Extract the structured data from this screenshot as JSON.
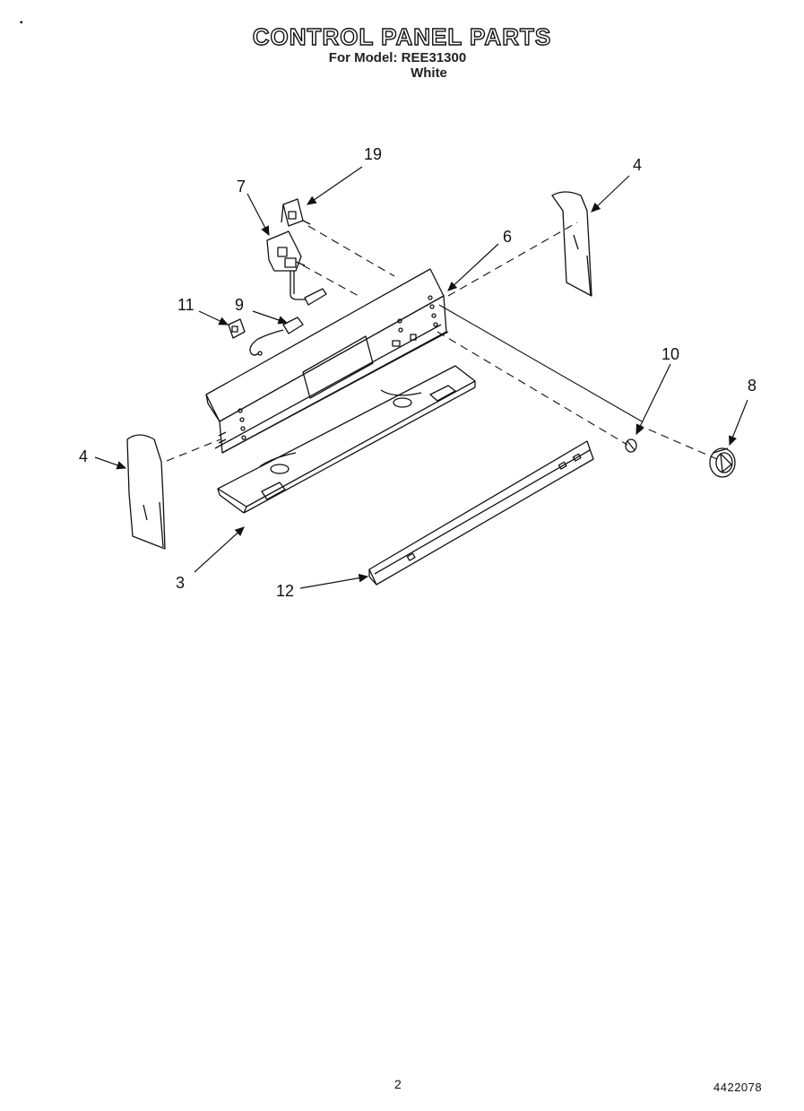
{
  "header": {
    "title": "CONTROL PANEL PARTS",
    "model_line": "For Model: REE31300",
    "color_line": "White"
  },
  "callouts": {
    "c19": "19",
    "c7": "7",
    "c4_right": "4",
    "c6": "6",
    "c11": "11",
    "c9": "9",
    "c10": "10",
    "c8": "8",
    "c4_left": "4",
    "c3": "3",
    "c12": "12"
  },
  "footer": {
    "page": "2",
    "code": "4422078"
  }
}
